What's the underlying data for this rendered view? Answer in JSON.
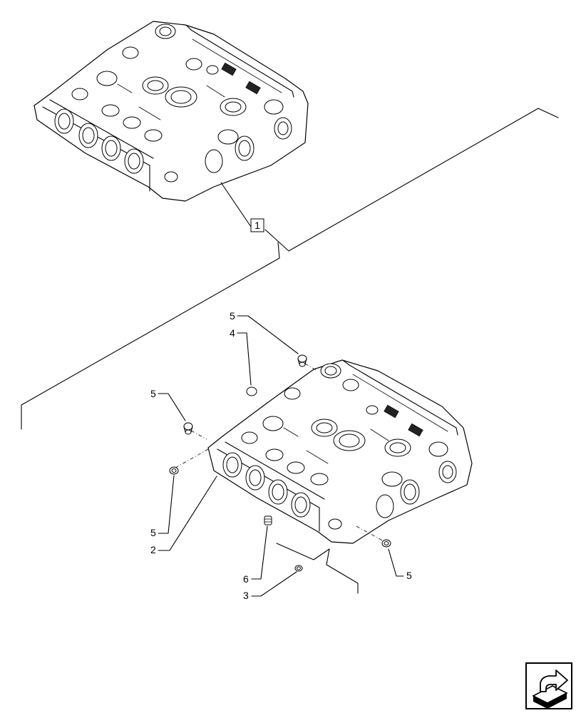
{
  "callouts": {
    "item_1": "1",
    "item_2": "2",
    "item_3": "3",
    "item_4": "4",
    "item_5_top": "5",
    "item_5_left_upper": "5",
    "item_5_left_lower": "5",
    "item_5_right": "5",
    "item_6": "6"
  },
  "icons": {
    "nav": "next-page-arrow-icon"
  }
}
